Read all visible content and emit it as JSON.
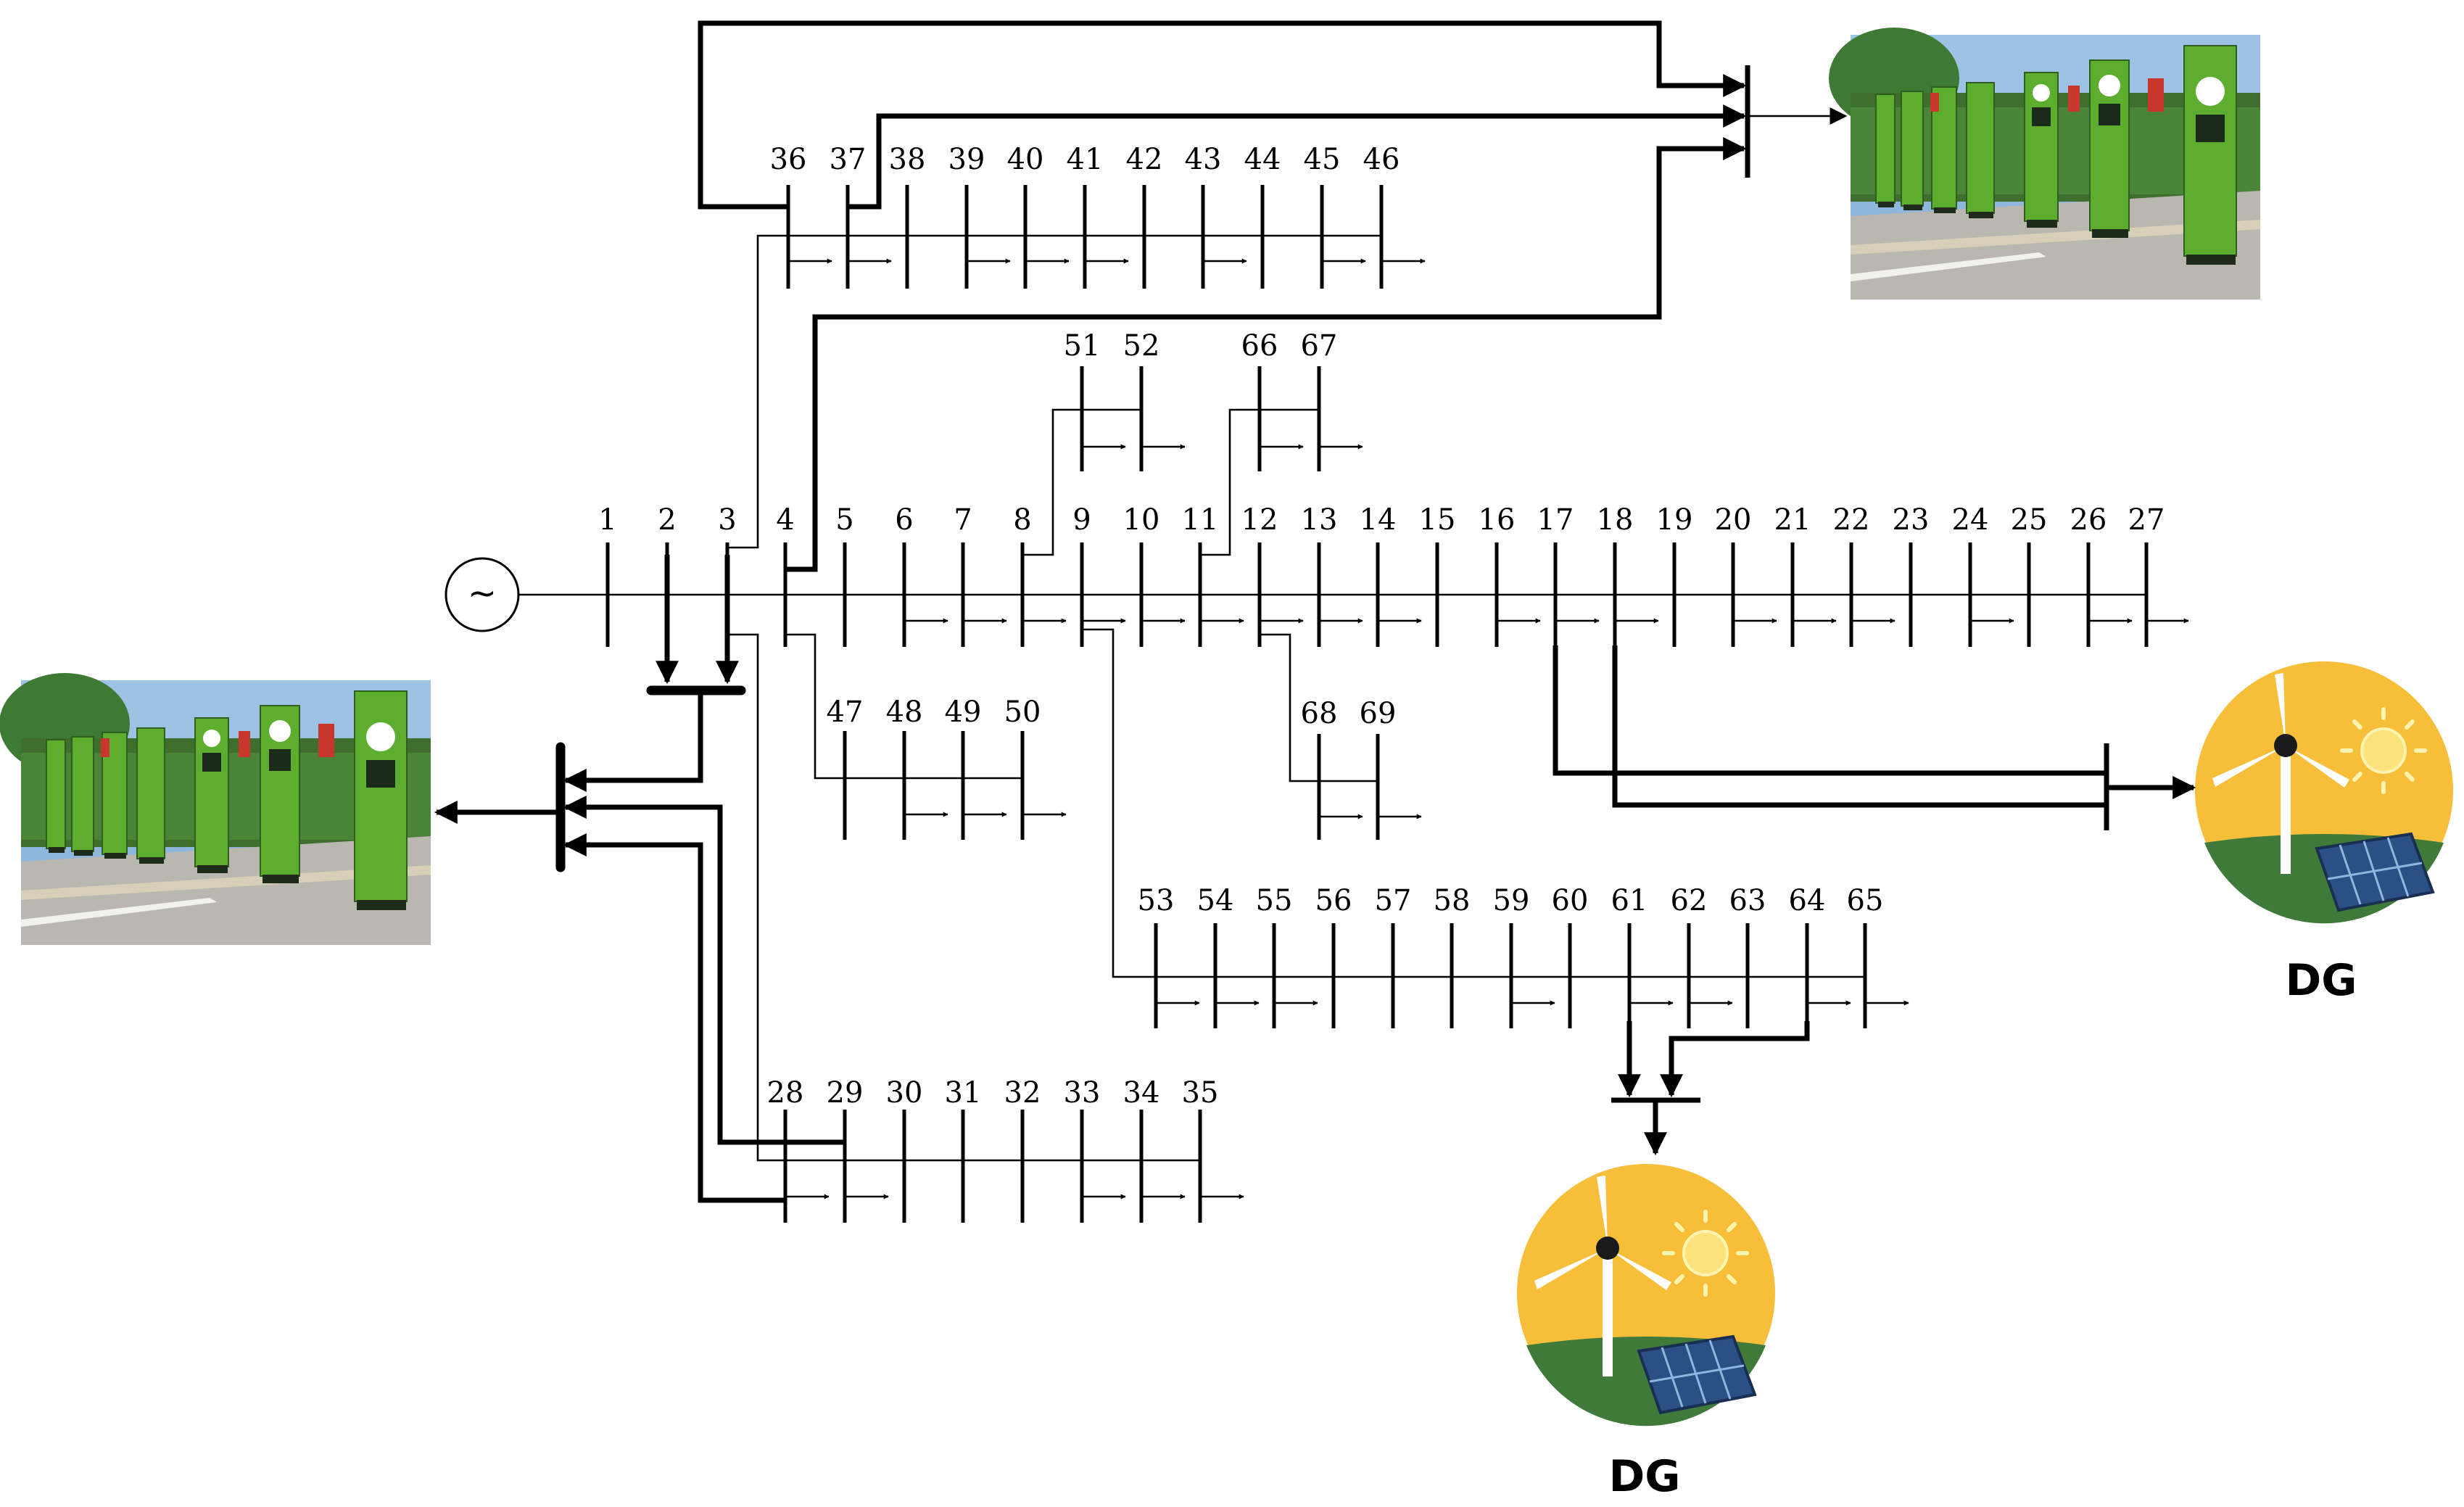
{
  "buses": [
    {
      "id": 1,
      "label": "1"
    },
    {
      "id": 2,
      "label": "2"
    },
    {
      "id": 3,
      "label": "3"
    },
    {
      "id": 4,
      "label": "4"
    },
    {
      "id": 5,
      "label": "5"
    },
    {
      "id": 6,
      "label": "6"
    },
    {
      "id": 7,
      "label": "7"
    },
    {
      "id": 8,
      "label": "8"
    },
    {
      "id": 9,
      "label": "9"
    },
    {
      "id": 10,
      "label": "10"
    },
    {
      "id": 11,
      "label": "11"
    },
    {
      "id": 12,
      "label": "12"
    },
    {
      "id": 13,
      "label": "13"
    },
    {
      "id": 14,
      "label": "14"
    },
    {
      "id": 15,
      "label": "15"
    },
    {
      "id": 16,
      "label": "16"
    },
    {
      "id": 17,
      "label": "17"
    },
    {
      "id": 18,
      "label": "18"
    },
    {
      "id": 19,
      "label": "19"
    },
    {
      "id": 20,
      "label": "20"
    },
    {
      "id": 21,
      "label": "21"
    },
    {
      "id": 22,
      "label": "22"
    },
    {
      "id": 23,
      "label": "23"
    },
    {
      "id": 24,
      "label": "24"
    },
    {
      "id": 25,
      "label": "25"
    },
    {
      "id": 26,
      "label": "26"
    },
    {
      "id": 27,
      "label": "27"
    },
    {
      "id": 28,
      "label": "28"
    },
    {
      "id": 29,
      "label": "29"
    },
    {
      "id": 30,
      "label": "30"
    },
    {
      "id": 31,
      "label": "31"
    },
    {
      "id": 32,
      "label": "32"
    },
    {
      "id": 33,
      "label": "33"
    },
    {
      "id": 34,
      "label": "34"
    },
    {
      "id": 35,
      "label": "35"
    },
    {
      "id": 36,
      "label": "36"
    },
    {
      "id": 37,
      "label": "37"
    },
    {
      "id": 38,
      "label": "38"
    },
    {
      "id": 39,
      "label": "39"
    },
    {
      "id": 40,
      "label": "40"
    },
    {
      "id": 41,
      "label": "41"
    },
    {
      "id": 42,
      "label": "42"
    },
    {
      "id": 43,
      "label": "43"
    },
    {
      "id": 44,
      "label": "44"
    },
    {
      "id": 45,
      "label": "45"
    },
    {
      "id": 46,
      "label": "46"
    },
    {
      "id": 47,
      "label": "47"
    },
    {
      "id": 48,
      "label": "48"
    },
    {
      "id": 49,
      "label": "49"
    },
    {
      "id": 50,
      "label": "50"
    },
    {
      "id": 51,
      "label": "51"
    },
    {
      "id": 52,
      "label": "52"
    },
    {
      "id": 53,
      "label": "53"
    },
    {
      "id": 54,
      "label": "54"
    },
    {
      "id": 55,
      "label": "55"
    },
    {
      "id": 56,
      "label": "56"
    },
    {
      "id": 57,
      "label": "57"
    },
    {
      "id": 58,
      "label": "58"
    },
    {
      "id": 59,
      "label": "59"
    },
    {
      "id": 60,
      "label": "60"
    },
    {
      "id": 61,
      "label": "61"
    },
    {
      "id": 62,
      "label": "62"
    },
    {
      "id": 63,
      "label": "63"
    },
    {
      "id": 64,
      "label": "64"
    },
    {
      "id": 65,
      "label": "65"
    },
    {
      "id": 66,
      "label": "66"
    },
    {
      "id": 67,
      "label": "67"
    },
    {
      "id": 68,
      "label": "68"
    },
    {
      "id": 69,
      "label": "69"
    }
  ],
  "source": {
    "symbol": "~"
  },
  "dg_units": [
    {
      "label": "DG",
      "icon": "wind-solar-icon"
    },
    {
      "label": "DG",
      "icon": "wind-solar-icon"
    }
  ],
  "ev_stations": [
    {
      "icon": "ev-charging-station-icon"
    },
    {
      "icon": "ev-charging-station-icon"
    }
  ],
  "colors": {
    "line": "#000000",
    "ev_green": "#5DAE2E",
    "dg_yellow": "#F7BE3A",
    "dg_ground": "#3F7A3A",
    "solar_panel": "#2C4F86",
    "sky": "#8FB6DD"
  }
}
